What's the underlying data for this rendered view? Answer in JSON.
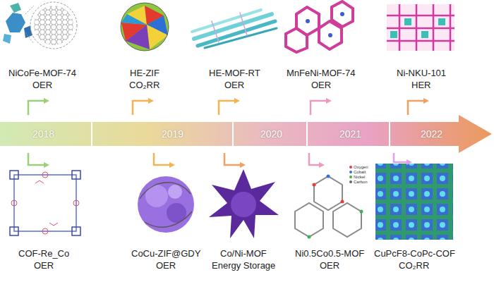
{
  "diagram": {
    "nodes": [
      {
        "text": [
          "2018",
          "2019",
          "2020",
          "2021",
          "2022"
        ]
      }
    ],
    "labels": [
      "NiCoFe-MOF-74",
      "OER",
      "HE-ZIF",
      "CO₂RR",
      "HE-MOF-RT",
      "OER",
      "MnFeNi-MOF-74",
      "OER",
      "Ni-NKU-101",
      "HER",
      "COF-Re_Co",
      "OER",
      "CoCu-ZIF@GDY",
      "OER",
      "Co/Ni-MOF",
      "Energy Storage",
      "Ni0.5Co0.5-MOF",
      "OER",
      "CuPcF8-CoPc-COF",
      "CO₂RR",
      "Oxygen",
      "Cobalt",
      "Nickel",
      "Carbon"
    ]
  }
}
